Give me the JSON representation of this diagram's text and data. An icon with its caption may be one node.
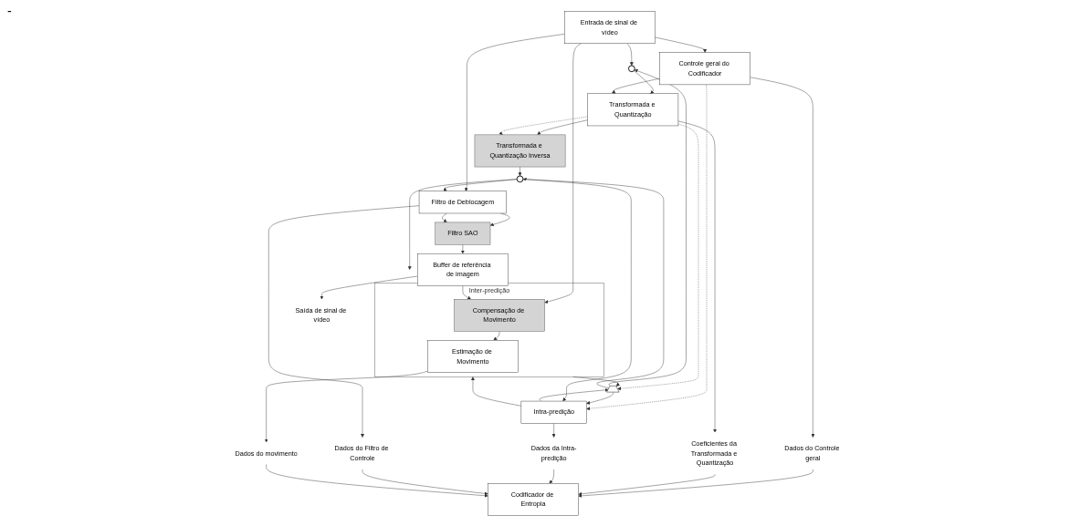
{
  "diagram": {
    "nodes": [
      {
        "text": [
          "Entrada de sinal de vídeo"
        ]
      },
      {
        "text": [
          "Controle geral do Codificador"
        ]
      },
      {
        "text": [
          "Transformada e Quantização"
        ]
      },
      {
        "text": [
          "Transformada e Quantização Inversa"
        ]
      },
      {
        "text": [
          "Codificador de Entropia"
        ]
      },
      {
        "text": [
          "Intra-predição"
        ]
      },
      {
        "text": [
          "Filtro de Deblocagem"
        ]
      },
      {
        "text": [
          "Inter-predição"
        ]
      },
      {
        "text": [
          "Estimação de Movimento"
        ],
        "in": 7
      },
      {
        "text": [
          "Compensação de Movimento"
        ],
        "in": 7
      },
      {
        "text": [
          "Filtro SAO"
        ]
      },
      {
        "text": [
          "Buffer de referência de imagem"
        ]
      },
      {
        "text": [],
        "shape": "circle"
      },
      {
        "text": [],
        "shape": "circle"
      },
      {
        "text": [
          "Dados do Controle geral"
        ]
      },
      {
        "text": [
          "Coeficientes da Transformada e Quantização"
        ]
      },
      {
        "text": [
          "Dados da Intra-predição"
        ]
      },
      {
        "text": [
          "Dados do Filtro de Controle"
        ]
      },
      {
        "text": [
          "Dados do movimento"
        ]
      },
      {
        "text": [
          "Saída de sinal de vídeo"
        ]
      },
      {
        "text": [],
        "shape": "switch"
      }
    ],
    "edges": [
      {
        "from": 0,
        "to": 12,
        "arrow": "to"
      },
      {
        "from": 0,
        "to": 1,
        "arrow": "to"
      },
      {
        "from": 0,
        "to": 6,
        "arrow": "to"
      },
      {
        "from": 0,
        "to": 9,
        "arrow": "to"
      },
      {
        "from": 12,
        "to": 2,
        "arrow": "to"
      },
      {
        "from": 1,
        "to": 2,
        "arrow": "to"
      },
      {
        "from": 1,
        "to": 5,
        "arrow": "to",
        "style": "dashed"
      },
      {
        "from": 1,
        "to": 14,
        "arrow": "to"
      },
      {
        "from": 2,
        "to": 15,
        "arrow": "to"
      },
      {
        "from": 2,
        "to": 3,
        "arrow": "to"
      },
      {
        "from": 2,
        "to": 3,
        "arrow": "to",
        "style": "dashed"
      },
      {
        "from": 2,
        "to": 20,
        "arrow": "to",
        "style": "dashed"
      },
      {
        "from": 3,
        "to": 13,
        "arrow": "to"
      },
      {
        "from": 20,
        "to": 12,
        "arrow": "to"
      },
      {
        "from": 20,
        "to": 13,
        "arrow": "to"
      },
      {
        "from": 20,
        "to": 5,
        "arrow": "to"
      },
      {
        "from": 13,
        "to": 6,
        "arrow": "to"
      },
      {
        "from": 13,
        "to": 5,
        "arrow": "to"
      },
      {
        "from": 13,
        "to": 7,
        "arrow": "to"
      },
      {
        "from": 5,
        "to": 20,
        "arrow": "to"
      },
      {
        "from": 7,
        "to": 20,
        "arrow": "to"
      },
      {
        "from": 5,
        "to": 7,
        "arrow": "to"
      },
      {
        "from": 5,
        "to": 16,
        "arrow": "to"
      },
      {
        "from": 6,
        "to": 10,
        "arrow": "to"
      },
      {
        "from": 6,
        "to": 10,
        "arrow": "to"
      },
      {
        "from": 6,
        "to": 17,
        "arrow": "to"
      },
      {
        "from": 10,
        "to": 11,
        "arrow": "to"
      },
      {
        "from": 11,
        "to": 9,
        "arrow": "to"
      },
      {
        "from": 11,
        "to": 19,
        "arrow": "to"
      },
      {
        "from": 9,
        "to": 8,
        "arrow": "to"
      },
      {
        "from": 8,
        "to": 18,
        "arrow": "to"
      },
      {
        "from": 14,
        "to": 4,
        "arrow": "to"
      },
      {
        "from": 15,
        "to": 4,
        "arrow": "to"
      },
      {
        "from": 16,
        "to": 4,
        "arrow": "to"
      },
      {
        "from": 17,
        "to": 4,
        "arrow": "to"
      },
      {
        "from": 18,
        "to": 4,
        "arrow": "to"
      }
    ],
    "labels": [
      "-"
    ]
  }
}
